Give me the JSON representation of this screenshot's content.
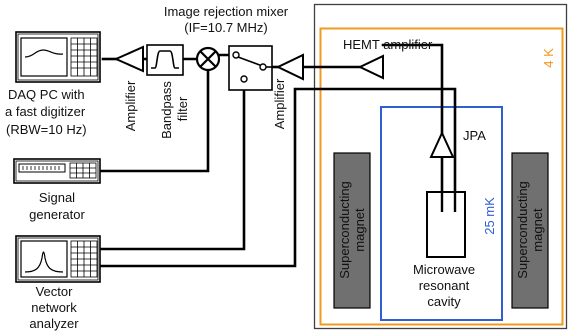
{
  "labels": {
    "mixer_title": "Image rejection mixer",
    "mixer_if": "(IF=10.7 MHz)",
    "hemt": "HEMT amplifier",
    "temp_4k": "4 K",
    "temp_25mk": "25 mK",
    "jpa": "JPA",
    "daq_line1": "DAQ PC with",
    "daq_line2": "a fast digitizer",
    "daq_line3": "(RBW=10 Hz)",
    "amp_left": "Amplifier",
    "bandpass_line1": "Bandpass",
    "bandpass_line2": "filter",
    "amp_right": "Amplifier",
    "siggen_line1": "Signal",
    "siggen_line2": "generator",
    "vna_line1": "Vector",
    "vna_line2": "network",
    "vna_line3": "analyzer",
    "cavity_line1": "Microwave",
    "cavity_line2": "resonant",
    "cavity_line3": "cavity",
    "magnet_left_line1": "Superconducting",
    "magnet_left_line2": "magnet",
    "magnet_right_line1": "Superconducting",
    "magnet_right_line2": "magnet"
  },
  "colors": {
    "stage_4k": "#f29a1f",
    "stage_25mk": "#2f5fd0",
    "magnet_fill": "#707070",
    "outer_frame": "#404040"
  }
}
